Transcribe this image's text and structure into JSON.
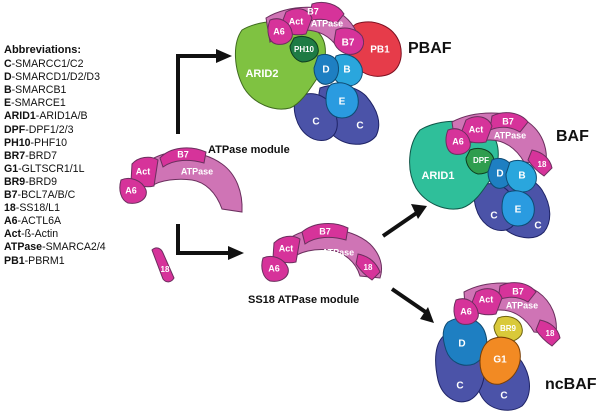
{
  "legend": {
    "title": "Abbreviations:",
    "items": [
      {
        "abbr": "C",
        "full": "-SMARCC1/C2"
      },
      {
        "abbr": "D",
        "full": "-SMARCD1/D2/D3"
      },
      {
        "abbr": "B",
        "full": "-SMARCB1"
      },
      {
        "abbr": "E",
        "full": "-SMARCE1"
      },
      {
        "abbr": "ARID1",
        "full": "-ARID1A/B"
      },
      {
        "abbr": "DPF",
        "full": "-DPF1/2/3"
      },
      {
        "abbr": "PH10",
        "full": "-PHF10"
      },
      {
        "abbr": "BR7",
        "full": "-BRD7"
      },
      {
        "abbr": "G1",
        "full": "-GLTSCR1/1L"
      },
      {
        "abbr": "BR9",
        "full": "-BRD9"
      },
      {
        "abbr": "B7",
        "full": "-BCL7A/B/C"
      },
      {
        "abbr": "18",
        "full": "-SS18/L1"
      },
      {
        "abbr": "A6",
        "full": "-ACTL6A"
      },
      {
        "abbr": "Act",
        "full": "-ß-Actin"
      },
      {
        "abbr": "ATPase",
        "full": "-SMARCA2/4"
      },
      {
        "abbr": "PB1",
        "full": "-PBRM1"
      }
    ]
  },
  "labels": {
    "atpase_module": "ATPase module",
    "ss18_module": "SS18 ATPase module",
    "pbaf": "PBAF",
    "baf": "BAF",
    "ncbaf": "ncBAF"
  },
  "subunits": {
    "b7": "B7",
    "act": "Act",
    "atpase": "ATPase",
    "a6": "A6",
    "s18": "18",
    "ph10": "PH10",
    "pb1": "PB1",
    "arid2": "ARID2",
    "b": "B",
    "d": "D",
    "e": "E",
    "c": "C",
    "dpf": "DPF",
    "arid1": "ARID1",
    "br9": "BR9",
    "g1": "G1"
  },
  "colors": {
    "magenta": "#d6339a",
    "atpase_pink": "#cf74b5",
    "light_pink": "#e8a2d0",
    "arid2_green": "#7fc241",
    "dark_green": "#1e7b44",
    "pb1_red": "#e63c4a",
    "arid1_teal": "#2fbf9a",
    "dpf_green": "#2f9d4e",
    "c_purple": "#4b53a8",
    "b_blue": "#2aa6dd",
    "d_blue": "#1e7fc2",
    "e_blue": "#2a9be0",
    "br9_yellow": "#d9c93a",
    "g1_orange": "#f28a23"
  }
}
